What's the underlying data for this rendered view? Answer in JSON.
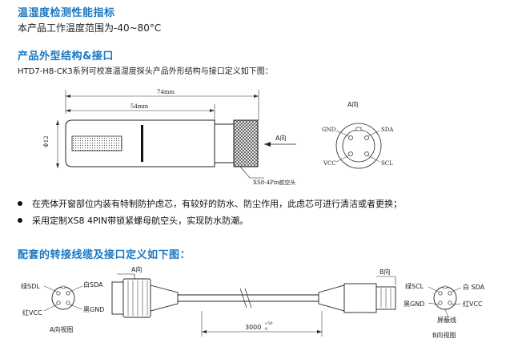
{
  "section1": {
    "heading": "温湿度检测性能指标",
    "line": "本产品工作温度范围为-40~80°C"
  },
  "section2": {
    "heading": "产品外型结构&接口",
    "caption": "HTD7-H8-CK3系列可校准温湿度探头产品外形结构与接口定义如下图：",
    "drawing": {
      "dim_total": "74mm",
      "dim_body": "54mm",
      "diameter": "Φ12",
      "arrow_label": "A向",
      "connector_note": "XS8-4Pin航空头",
      "view_title": "A向",
      "pins": {
        "gnd": "GND",
        "sda": "SDA",
        "vcc": "VCC",
        "scl": "SCL"
      }
    },
    "bullets": [
      "在壳体开窗部位内装有特制防护虑芯，有较好的防水、防尘作用，此虑芯可进行清洁或者更换；",
      "采用定制XS8 4PIN带锁紧螺母航空头，实现防水防潮。"
    ]
  },
  "section3": {
    "heading": "配套的转接线缆及接口定义如下图：",
    "left_view": {
      "sdl": "绿SDL",
      "sda": "白SDA",
      "vcc": "红VCC",
      "gnd": "黑GND",
      "caption": "A向视图"
    },
    "right_view": {
      "scl": "绿SCL",
      "sda": "白 SDA",
      "gnd": "黑GND",
      "vcc": "红VCC",
      "shield": "屏蔽线",
      "caption": "B向视图"
    },
    "arrow_a": "A向",
    "arrow_b": "B向",
    "cable_length": "3000",
    "tolerance_upper": "+50",
    "tolerance_lower": "0"
  }
}
